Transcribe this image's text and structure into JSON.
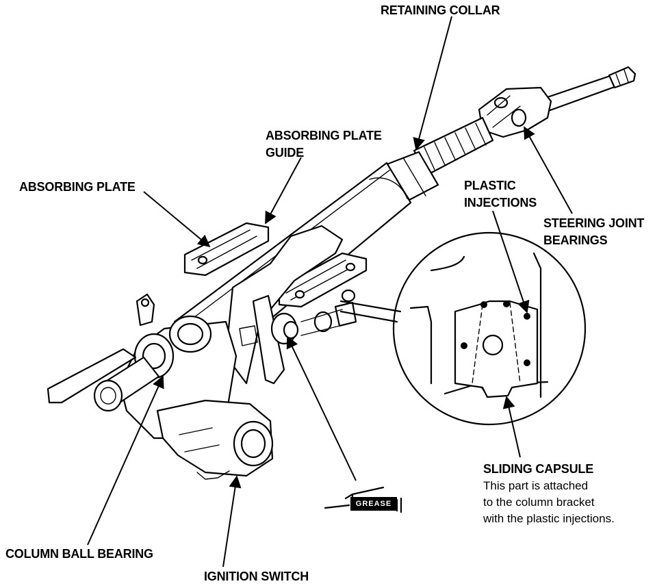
{
  "labels": {
    "retaining_collar": "RETAINING COLLAR",
    "absorbing_plate_guide_1": "ABSORBING PLATE",
    "absorbing_plate_guide_2": "GUIDE",
    "absorbing_plate": "ABSORBING PLATE",
    "plastic_injections_1": "PLASTIC",
    "plastic_injections_2": "INJECTIONS",
    "steering_joint_bearings_1": "STEERING JOINT",
    "steering_joint_bearings_2": "BEARINGS",
    "sliding_capsule": "SLIDING CAPSULE",
    "column_ball_bearing": "COLUMN BALL BEARING",
    "ignition_switch": "IGNITION SWITCH",
    "grease": "GREASE"
  },
  "note": {
    "line1": "This part is attached",
    "line2": "to the column bracket",
    "line3": "with the plastic injections."
  }
}
